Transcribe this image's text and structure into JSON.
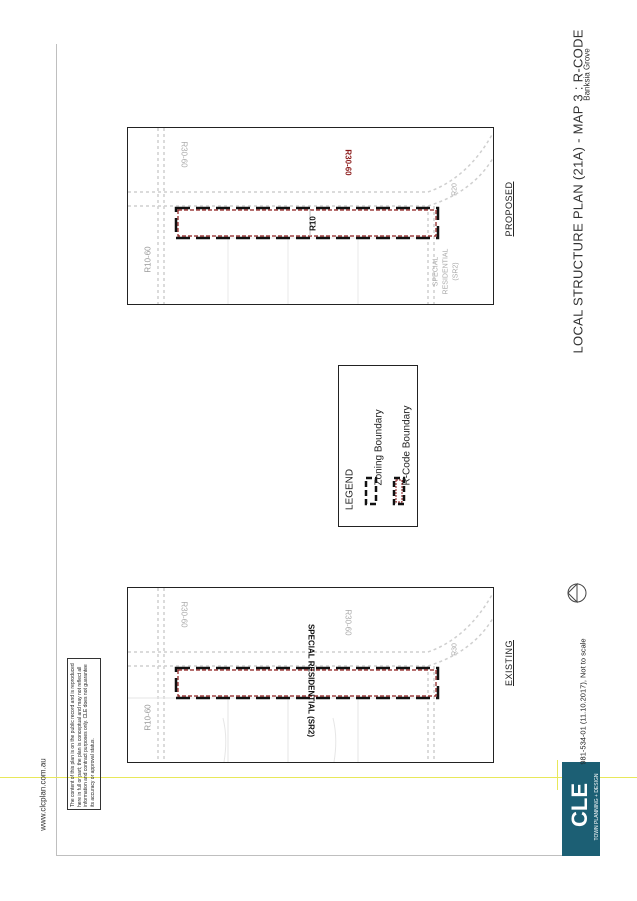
{
  "website": "www.clcplan.com.au",
  "disclaimer": "The content of this plan is on the public record and is reproduced here in full or part; the plan is conceptual and may not reflect all information and contract purposes only. CLE does not guarantee its accuracy or approval status.",
  "logo": {
    "text": "CLE",
    "subtitle": "TOWN PLANNING + DESIGN",
    "color": "#1c5f74"
  },
  "drawing_ref": "981-534-01 (11.10.2017), Not to scale",
  "title": "LOCAL STRUCTURE PLAN (21A) - MAP 3 : R-CODE",
  "subtitle": "Banksia Grove",
  "north_icon": "north-arrow-icon",
  "existing": {
    "caption": "EXISTING",
    "zone_label": "SPECIAL RESIDENTIAL (SR2)",
    "code_r1060": "R10-60",
    "code_r3060a": "R30-60",
    "code_r3060b": "R30-60",
    "code_r30": "R30"
  },
  "proposed": {
    "caption": "PROPOSED",
    "code_r10": "R10",
    "code_r3060_bold": "R30-60",
    "code_r3060_faint": "R30-60",
    "code_r1060": "R10-60",
    "code_r20": "R20",
    "sr_label_1": "SPECIAL",
    "sr_label_2": "RESIDENTIAL",
    "sr_label_3": "(SR2)"
  },
  "legend": {
    "heading": "LEGEND",
    "items": [
      {
        "label": "Zoning Boundary",
        "symbol": "zoning-boundary-icon"
      },
      {
        "label": "R-Code Boundary",
        "symbol": "rcode-boundary-icon"
      }
    ]
  },
  "colors": {
    "zoning": "#111111",
    "rcode": "#8b1a1a",
    "roads": "#cccccc",
    "accent_line": "#e8e85a"
  }
}
